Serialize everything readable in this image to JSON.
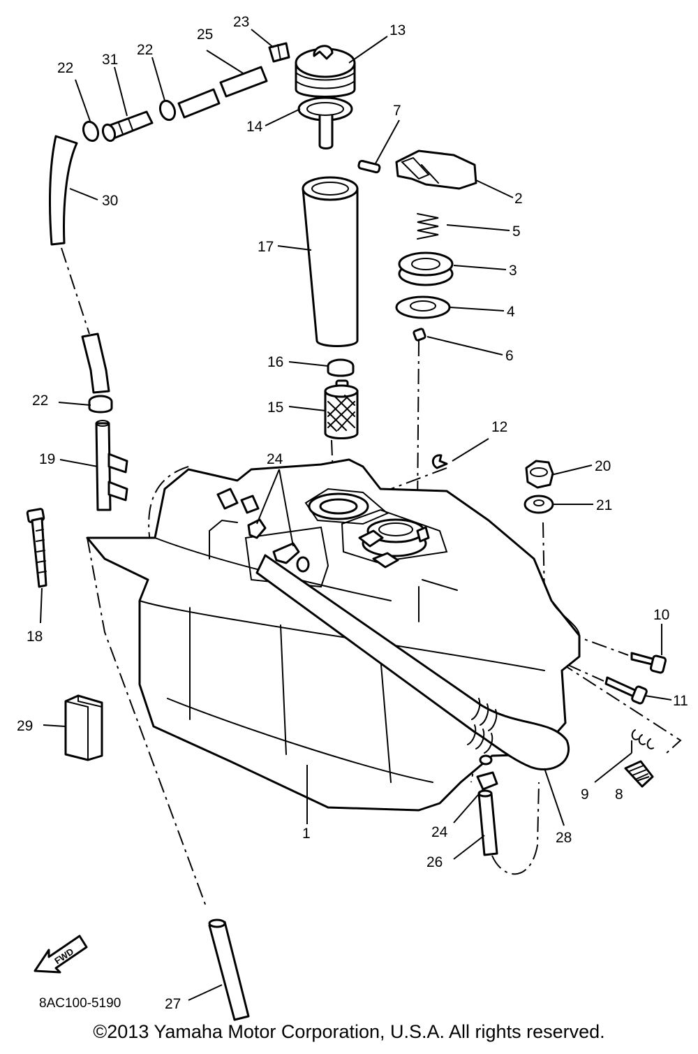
{
  "diagram": {
    "code": "8AC100-5190",
    "fwd_label": "FWD",
    "copyright": "©2013 Yamaha Motor Corporation, U.S.A. All rights reserved."
  },
  "callouts": [
    {
      "id": "c1",
      "label": "1"
    },
    {
      "id": "c2",
      "label": "2"
    },
    {
      "id": "c3",
      "label": "3"
    },
    {
      "id": "c4",
      "label": "4"
    },
    {
      "id": "c5",
      "label": "5"
    },
    {
      "id": "c6",
      "label": "6"
    },
    {
      "id": "c7",
      "label": "7"
    },
    {
      "id": "c8",
      "label": "8"
    },
    {
      "id": "c9",
      "label": "9"
    },
    {
      "id": "c10",
      "label": "10"
    },
    {
      "id": "c11",
      "label": "11"
    },
    {
      "id": "c12",
      "label": "12"
    },
    {
      "id": "c13",
      "label": "13"
    },
    {
      "id": "c14",
      "label": "14"
    },
    {
      "id": "c15",
      "label": "15"
    },
    {
      "id": "c16",
      "label": "16"
    },
    {
      "id": "c17",
      "label": "17"
    },
    {
      "id": "c18",
      "label": "18"
    },
    {
      "id": "c19",
      "label": "19"
    },
    {
      "id": "c20",
      "label": "20"
    },
    {
      "id": "c21",
      "label": "21"
    },
    {
      "id": "c22a",
      "label": "22"
    },
    {
      "id": "c22b",
      "label": "22"
    },
    {
      "id": "c22c",
      "label": "22"
    },
    {
      "id": "c23",
      "label": "23"
    },
    {
      "id": "c24a",
      "label": "24"
    },
    {
      "id": "c24b",
      "label": "24"
    },
    {
      "id": "c25",
      "label": "25"
    },
    {
      "id": "c26",
      "label": "26"
    },
    {
      "id": "c27",
      "label": "27"
    },
    {
      "id": "c28",
      "label": "28"
    },
    {
      "id": "c29",
      "label": "29"
    },
    {
      "id": "c30",
      "label": "30"
    },
    {
      "id": "c31",
      "label": "31"
    }
  ]
}
